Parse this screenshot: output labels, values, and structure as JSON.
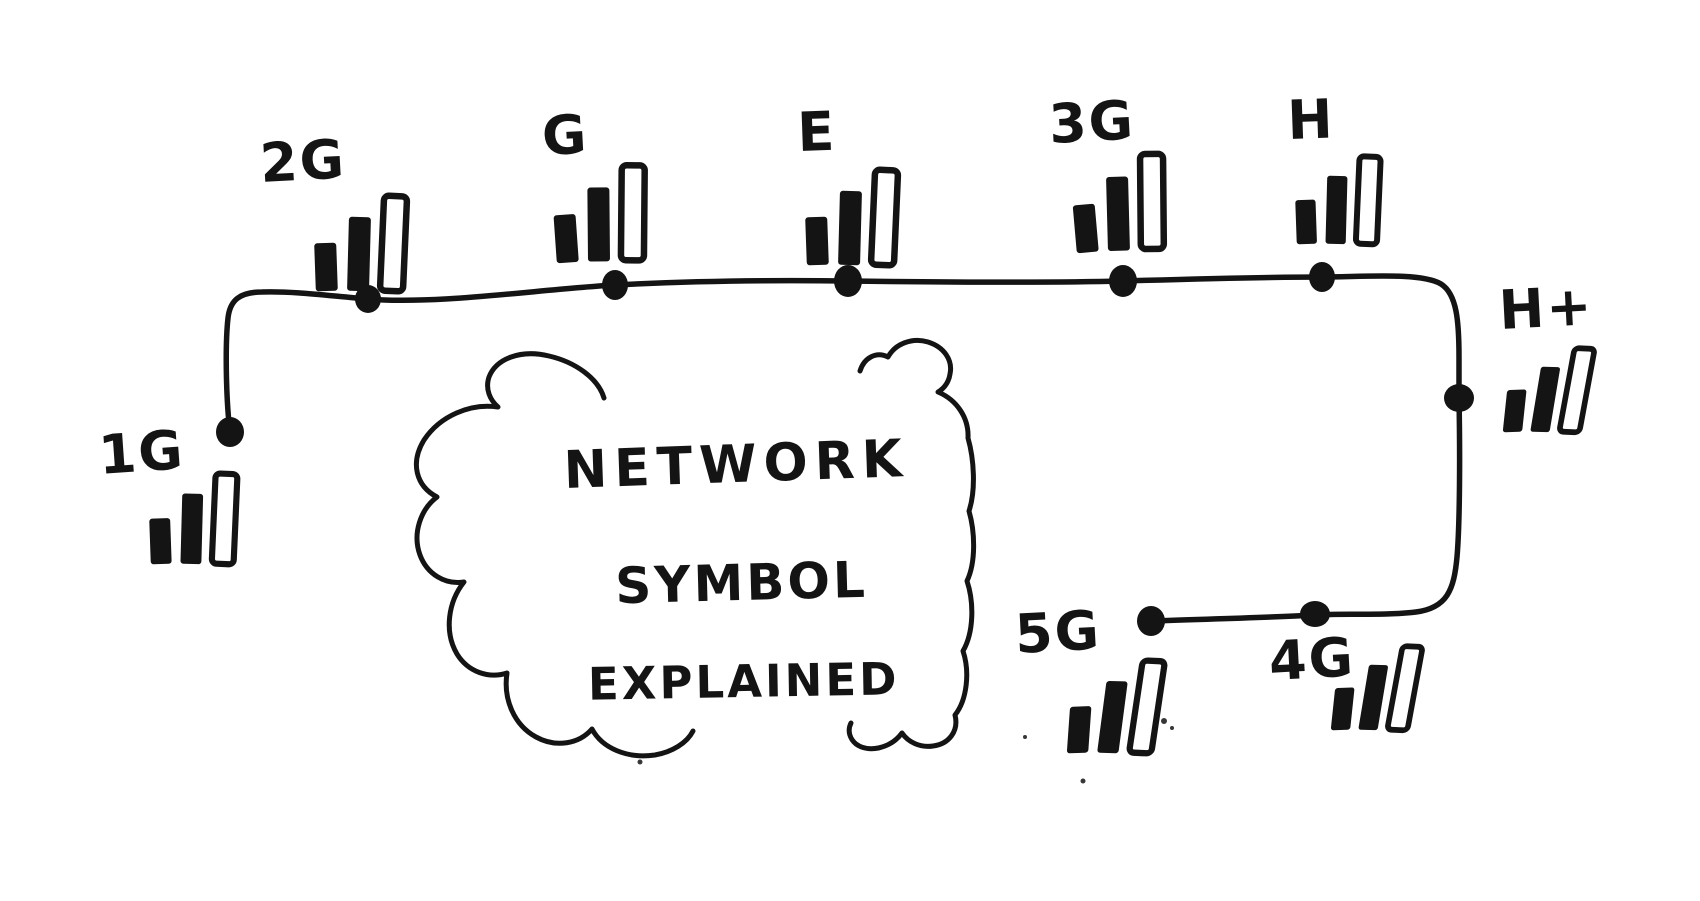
{
  "sketch_title": "NETWORK SYMBOL EXPLAINED",
  "cloud": {
    "line1": "NETWORK",
    "line2": "SYMBOL",
    "line3": "EXPLAINED"
  },
  "nodes": [
    {
      "id": "1g",
      "label": "1G",
      "icon": "signal-bars-icon"
    },
    {
      "id": "2g",
      "label": "2G",
      "icon": "signal-bars-icon"
    },
    {
      "id": "g",
      "label": "G",
      "icon": "signal-bars-icon"
    },
    {
      "id": "e",
      "label": "E",
      "icon": "signal-bars-icon"
    },
    {
      "id": "3g",
      "label": "3G",
      "icon": "signal-bars-icon"
    },
    {
      "id": "h",
      "label": "H",
      "icon": "signal-bars-icon"
    },
    {
      "id": "hplus",
      "label": "H+",
      "icon": "signal-bars-icon"
    },
    {
      "id": "4g",
      "label": "4G",
      "icon": "signal-bars-icon"
    },
    {
      "id": "5g",
      "label": "5G",
      "icon": "signal-bars-icon"
    }
  ],
  "icons": {
    "signal_bars": {
      "name": "signal-bars-icon",
      "bars": [
        "filled-short-bar",
        "filled-medium-bar",
        "outlined-tall-bar"
      ]
    }
  },
  "timeline": {
    "style": "hand-drawn line with filled dots at each network generation",
    "sequence": [
      "1G",
      "2G",
      "G",
      "E",
      "3G",
      "H",
      "H+",
      "4G",
      "5G"
    ]
  },
  "colors": {
    "ink": "#141414",
    "paper": "#ffffff"
  }
}
